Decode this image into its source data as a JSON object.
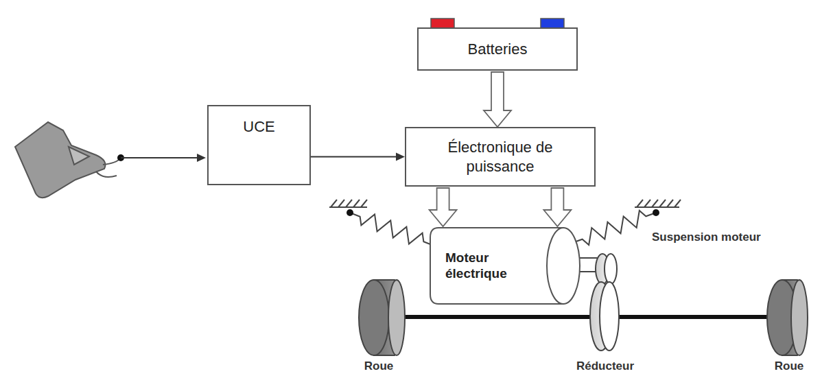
{
  "diagram": {
    "nodes": [
      {
        "text": [
          "Batteries"
        ]
      },
      {
        "text": [
          "UCE"
        ]
      },
      {
        "text": [
          "Électronique de puissance"
        ]
      },
      {
        "text": [
          "Moteur électrique"
        ]
      }
    ],
    "edges": [
      {
        "from": 0,
        "to": 2,
        "arrow": "to"
      },
      {
        "from": 1,
        "to": 2,
        "arrow": "to"
      },
      {
        "from": 2,
        "to": 3,
        "arrow": "to"
      },
      {
        "from": 2,
        "to": 3,
        "arrow": "to"
      }
    ],
    "labels": [
      "Suspension moteur",
      "Roue",
      "Réducteur",
      "Roue"
    ]
  }
}
